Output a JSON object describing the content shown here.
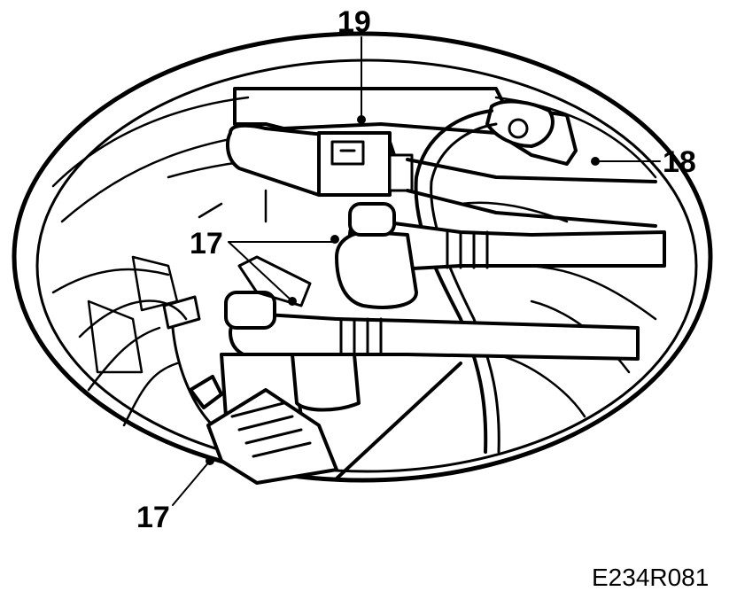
{
  "callouts": {
    "part_19": "19",
    "part_18": "18",
    "part_17_upper": "17",
    "part_17_lower": "17"
  },
  "figure_code": "E234R081"
}
